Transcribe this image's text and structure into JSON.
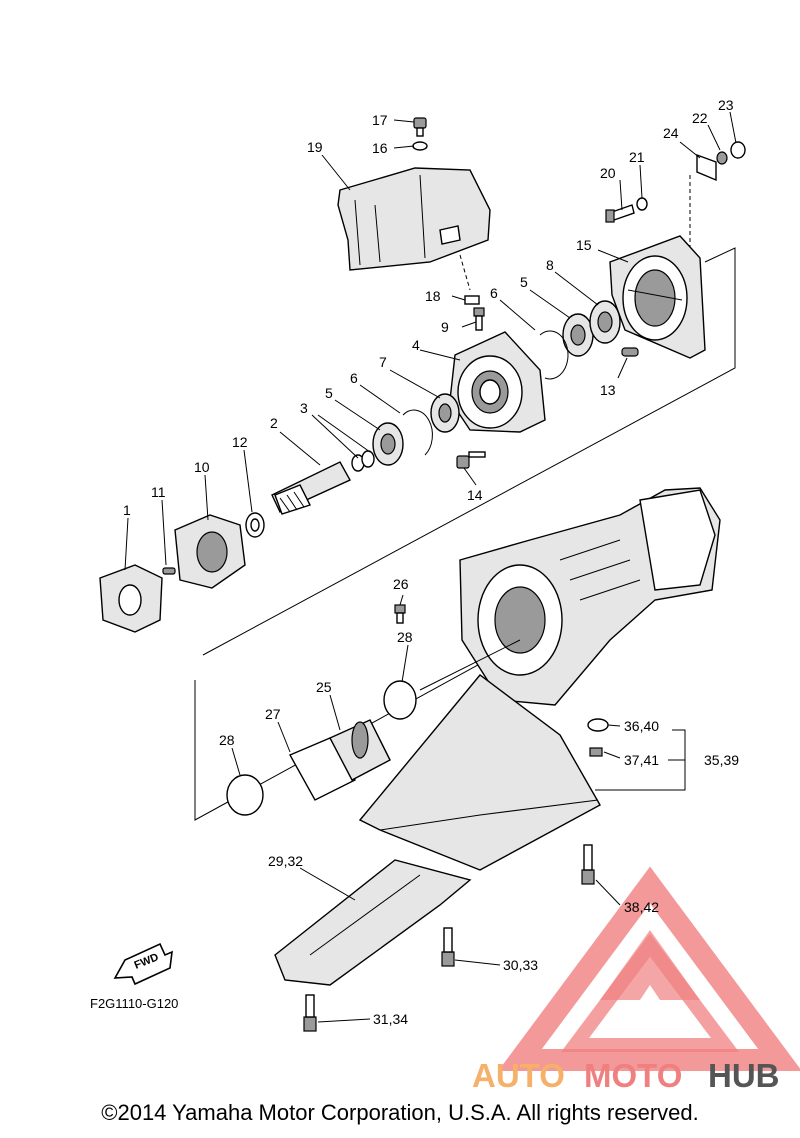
{
  "diagram": {
    "code": "F2G1110-G120",
    "fwd_label": "FWD",
    "callouts": {
      "c1": "1",
      "c2": "2",
      "c3": "3",
      "c4": "4",
      "c5a": "5",
      "c5b": "5",
      "c6a": "6",
      "c6b": "6",
      "c7": "7",
      "c8": "8",
      "c9": "9",
      "c10": "10",
      "c11": "11",
      "c12": "12",
      "c13": "13",
      "c14": "14",
      "c15": "15",
      "c16": "16",
      "c17": "17",
      "c18": "18",
      "c19": "19",
      "c20": "20",
      "c21": "21",
      "c22": "22",
      "c23": "23",
      "c24": "24",
      "c25": "25",
      "c26": "26",
      "c27": "27",
      "c28a": "28",
      "c28b": "28",
      "c29_32": "29,32",
      "c30_33": "30,33",
      "c31_34": "31,34",
      "c35_39": "35,39",
      "c36_40": "36,40",
      "c37_41": "37,41",
      "c38_42": "38,42"
    }
  },
  "watermark": {
    "text_auto": "AUTO",
    "text_moto": "MOTO",
    "text_hub": "HUB",
    "color_primary": "#f08080",
    "color_secondary": "#f5b06a",
    "color_dark": "#555555"
  },
  "footer": {
    "copyright": "©2014 Yamaha Motor Corporation, U.S.A. All rights reserved."
  }
}
